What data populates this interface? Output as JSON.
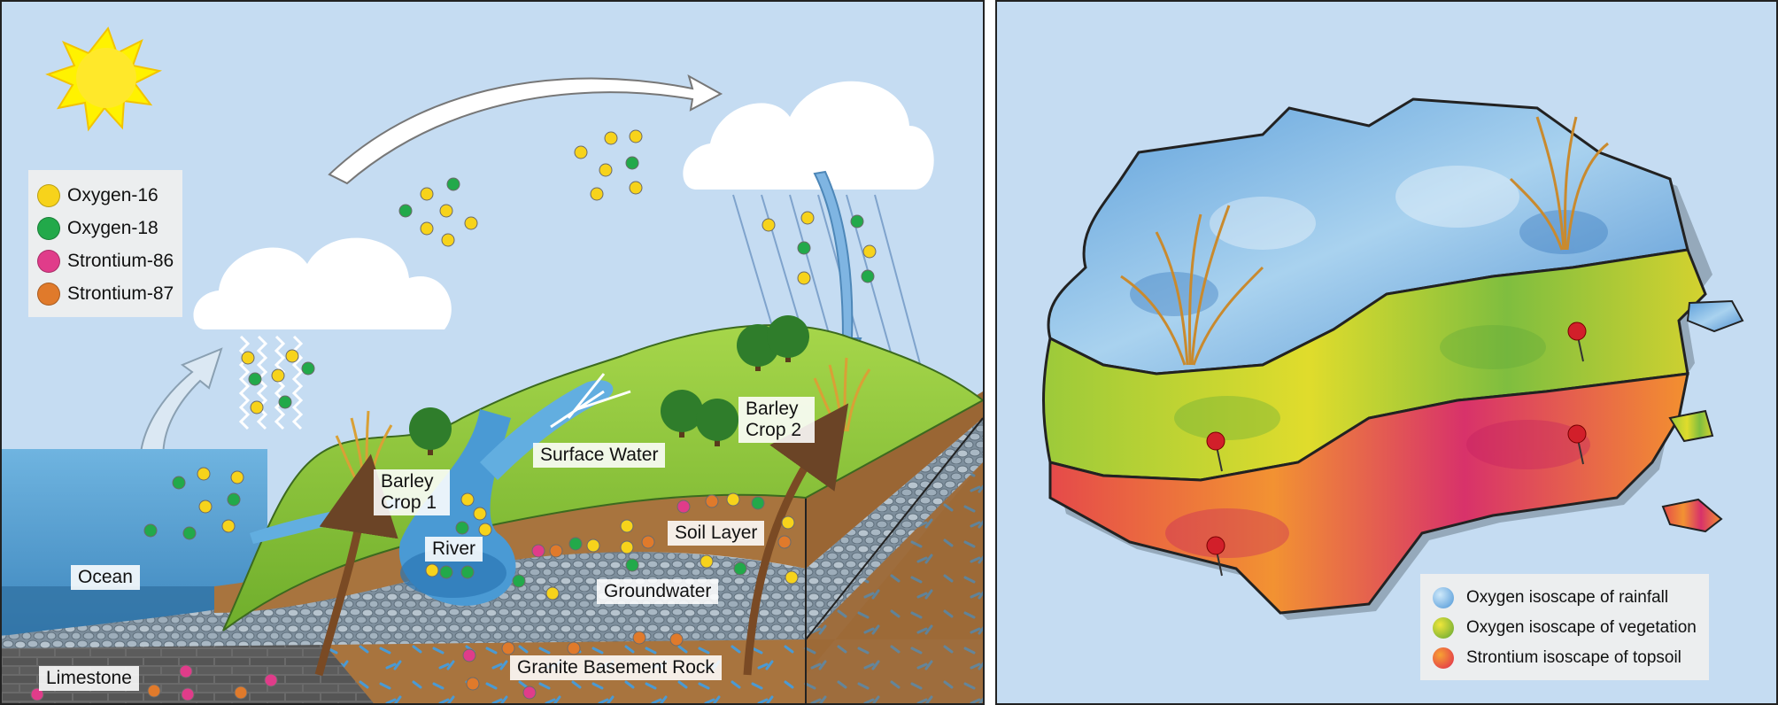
{
  "left_panel": {
    "legend": [
      {
        "label": "Oxygen-16",
        "color": "#f7d31b"
      },
      {
        "label": "Oxygen-18",
        "color": "#22a94a"
      },
      {
        "label": "Strontium-86",
        "color": "#e03c8a"
      },
      {
        "label": "Strontium-87",
        "color": "#e07a2b"
      }
    ],
    "labels": {
      "ocean": "Ocean",
      "limestone": "Limestone",
      "barley_crop_1": "Barley Crop 1",
      "barley_crop_2": "Barley Crop 2",
      "river": "River",
      "surface_water": "Surface Water",
      "soil_layer": "Soil Layer",
      "groundwater": "Groundwater",
      "granite": "Granite Basement Rock"
    }
  },
  "right_panel": {
    "legend": [
      {
        "label": "Oxygen isoscape of rainfall",
        "color": "#6fb2e3"
      },
      {
        "label": "Oxygen isoscape of vegetation",
        "color": "#c8d21e"
      },
      {
        "label": "Strontium isoscape of topsoil",
        "color": "#ec5a2a"
      }
    ]
  },
  "colors": {
    "sky": "#c5dcf2",
    "ocean": "#5aa3d1",
    "grass": "#8cc63f",
    "soil": "#a8743e",
    "rock": "#8fa2b2"
  }
}
